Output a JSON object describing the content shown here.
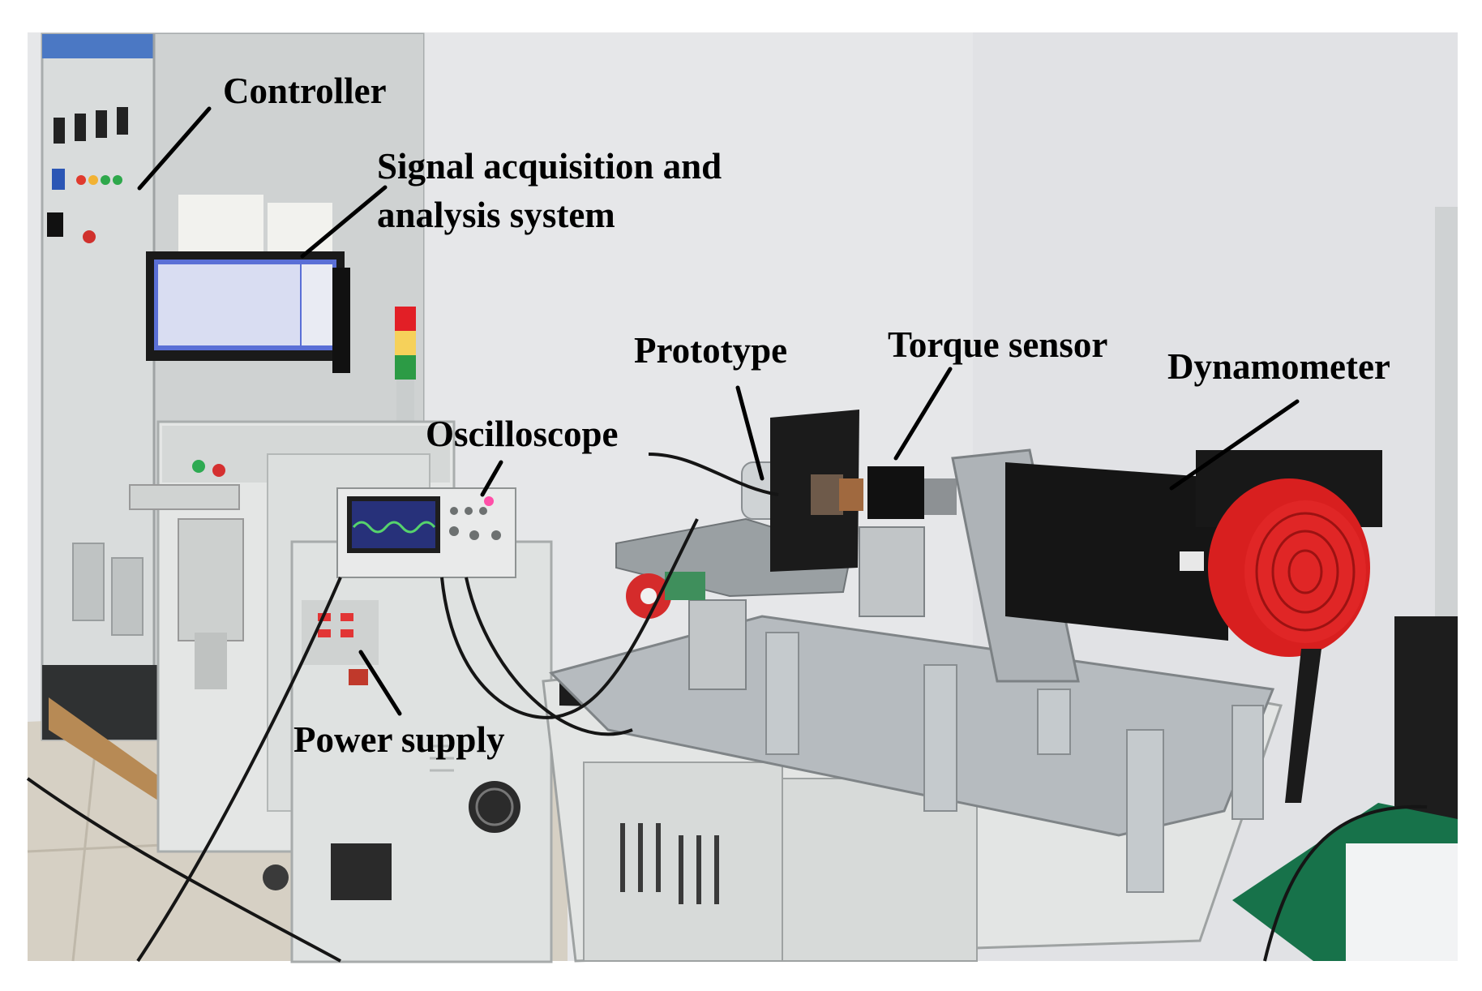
{
  "labels": {
    "controller": "Controller",
    "signal_line1": "Signal acquisition and",
    "signal_line2": "analysis system",
    "oscilloscope": "Oscilloscope",
    "prototype": "Prototype",
    "torque_sensor": "Torque sensor",
    "dynamometer": "Dynamometer",
    "power_supply": "Power supply"
  },
  "colors": {
    "wall": "#e7e8ea",
    "cabinet": "#dcdedd",
    "floor": "#d8d2c6",
    "motor_body": "#151515",
    "motor_fan": "#d81f1f",
    "steel": "#aeb3b7",
    "screen": "#5a6fd6",
    "text": "#000000"
  }
}
